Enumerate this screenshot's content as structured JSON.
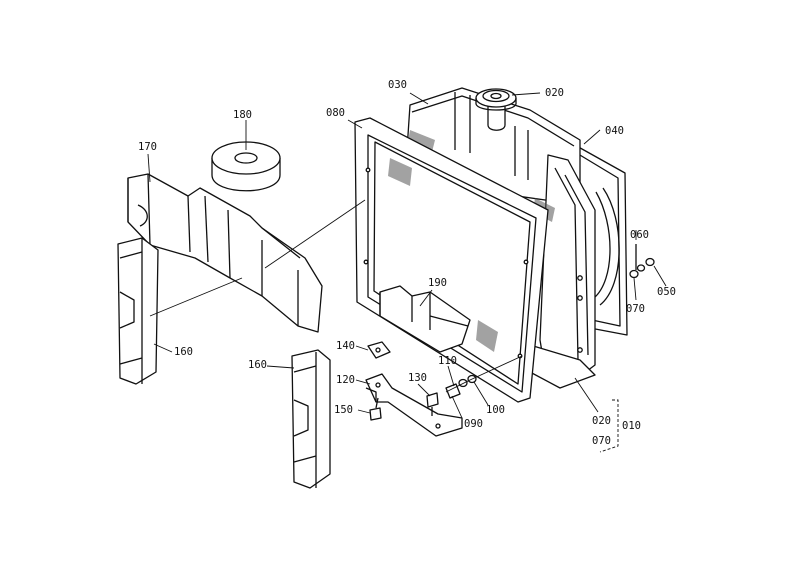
{
  "callouts": {
    "c010": "010",
    "c020_top": "020",
    "c020_bottom": "020",
    "c030": "030",
    "c040": "040",
    "c050": "050",
    "c060": "060",
    "c070_right": "070",
    "c070_bottom": "070",
    "c080": "080",
    "c090": "090",
    "c100": "100",
    "c110": "110",
    "c120": "120",
    "c130": "130",
    "c140": "140",
    "c150": "150",
    "c160_left": "160",
    "c160_mid": "160",
    "c170": "170",
    "c180": "180",
    "c190": "190"
  }
}
